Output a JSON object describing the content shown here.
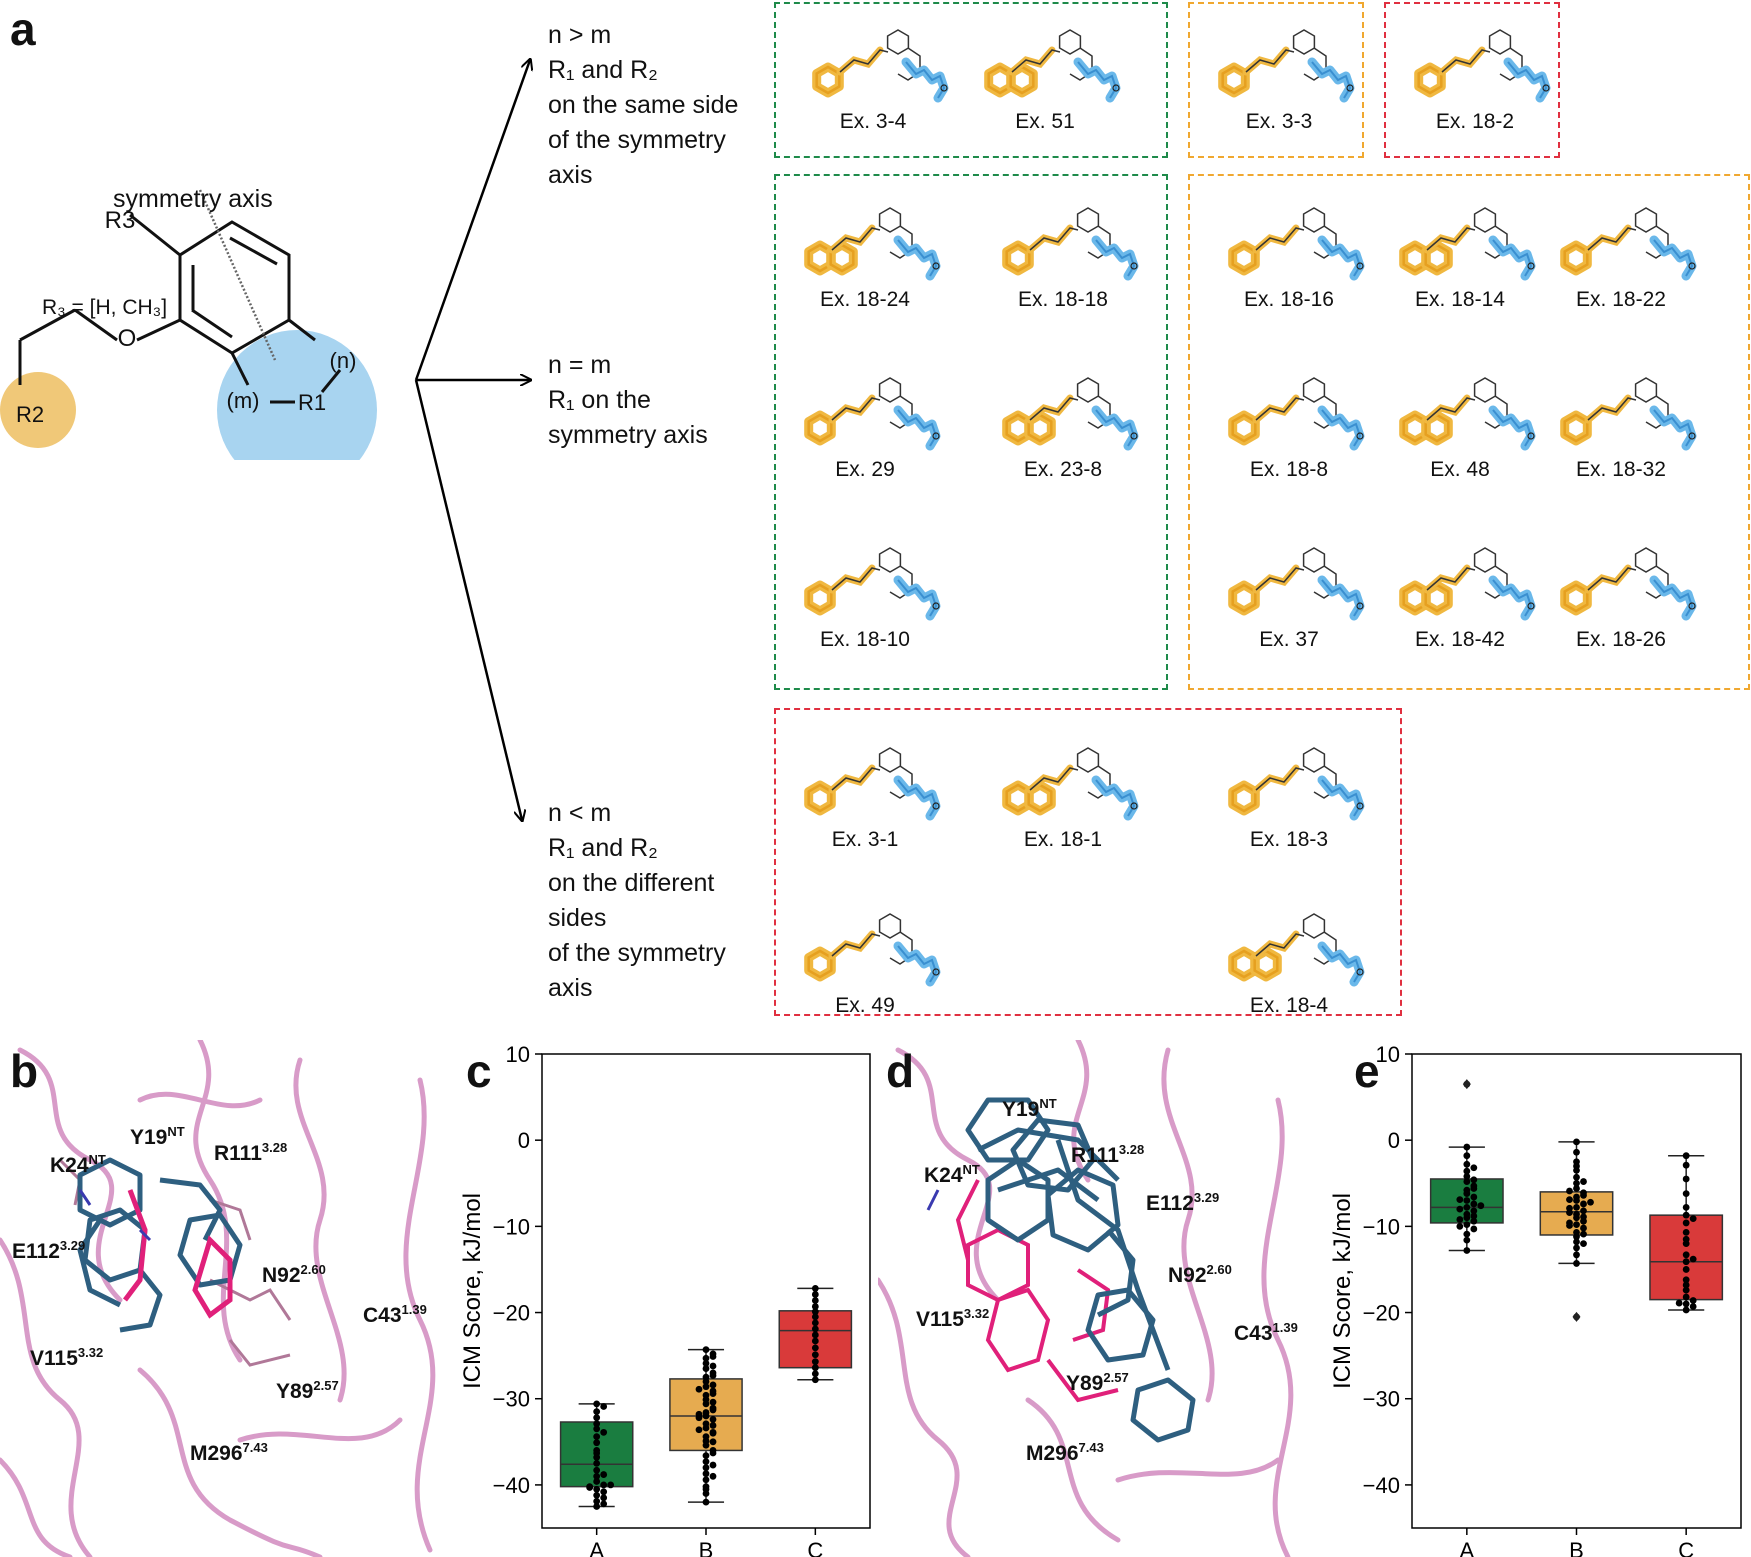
{
  "figure": {
    "panels": {
      "a": "a",
      "b": "b",
      "c": "c",
      "d": "d",
      "e": "e"
    }
  },
  "scheme": {
    "symmetry_axis_label": "symmetry axis",
    "r3_label": "R3",
    "r3_values": "R₃ = [H, CH₃]",
    "o_label": "O",
    "r2_label": "R2",
    "n_label": "(n)",
    "m_label": "(m)",
    "r1_label": "R1",
    "colors": {
      "r2_circle": "#f0c878",
      "r1_circle": "#a8d4f0",
      "arrow": "#000000"
    }
  },
  "categories": {
    "n_gt_m": [
      "n > m",
      "R₁ and R₂",
      "on the same side",
      "of the symmetry",
      "axis"
    ],
    "n_eq_m": [
      "n = m",
      "R₁ on the",
      "symmetry axis"
    ],
    "n_lt_m": [
      "n < m",
      "R₁ and R₂",
      "on the different",
      "sides",
      "of the symmetry",
      "axis"
    ]
  },
  "box_colors": {
    "A": "#1e8a4a",
    "B": "#f0a830",
    "C": "#e03040"
  },
  "compounds": {
    "row1": [
      {
        "label": "Ex. 3-4",
        "group": "A"
      },
      {
        "label": "Ex. 51",
        "group": "A"
      },
      {
        "label": "Ex. 3-3",
        "group": "B"
      },
      {
        "label": "Ex. 18-2",
        "group": "C"
      }
    ],
    "row2_green": [
      {
        "label": "Ex. 18-24",
        "group": "A"
      },
      {
        "label": "Ex. 18-18",
        "group": "A"
      },
      {
        "label": "Ex. 29",
        "group": "A"
      },
      {
        "label": "Ex. 23-8",
        "group": "A"
      },
      {
        "label": "Ex. 18-10",
        "group": "A"
      }
    ],
    "row2_orange": [
      {
        "label": "Ex. 18-16",
        "group": "B"
      },
      {
        "label": "Ex. 18-14",
        "group": "B"
      },
      {
        "label": "Ex. 18-22",
        "group": "B"
      },
      {
        "label": "Ex. 18-8",
        "group": "B"
      },
      {
        "label": "Ex. 48",
        "group": "B"
      },
      {
        "label": "Ex. 18-32",
        "group": "B"
      },
      {
        "label": "Ex. 37",
        "group": "B"
      },
      {
        "label": "Ex. 18-42",
        "group": "B"
      },
      {
        "label": "Ex. 18-26",
        "group": "B"
      }
    ],
    "row3_red": [
      {
        "label": "Ex. 3-1",
        "group": "C"
      },
      {
        "label": "Ex. 18-1",
        "group": "C"
      },
      {
        "label": "Ex. 18-3",
        "group": "C"
      },
      {
        "label": "Ex. 49",
        "group": "C"
      },
      {
        "label": "Ex. 18-4",
        "group": "C"
      }
    ]
  },
  "panel_b_residues": {
    "y19": {
      "name": "Y19",
      "sup": "NT"
    },
    "k24": {
      "name": "K24",
      "sup": "NT"
    },
    "r111": {
      "name": "R111",
      "sup": "3.28"
    },
    "e112": {
      "name": "E112",
      "sup": "3.29"
    },
    "n92": {
      "name": "N92",
      "sup": "2.60"
    },
    "c43": {
      "name": "C43",
      "sup": "1.39"
    },
    "v115": {
      "name": "V115",
      "sup": "3.32"
    },
    "y89": {
      "name": "Y89",
      "sup": "2.57"
    },
    "m296": {
      "name": "M296",
      "sup": "7.43"
    }
  },
  "panel_d_residues": {
    "y19": {
      "name": "Y19",
      "sup": "NT"
    },
    "k24": {
      "name": "K24",
      "sup": "NT"
    },
    "r111": {
      "name": "R111",
      "sup": "3.28"
    },
    "e112": {
      "name": "E112",
      "sup": "3.29"
    },
    "n92": {
      "name": "N92",
      "sup": "2.60"
    },
    "v115": {
      "name": "V115",
      "sup": "3.32"
    },
    "c43": {
      "name": "C43",
      "sup": "1.39"
    },
    "y89": {
      "name": "Y89",
      "sup": "2.57"
    },
    "m296": {
      "name": "M296",
      "sup": "7.43"
    }
  },
  "chart_data": [
    {
      "type": "box",
      "panel": "c",
      "ylabel": "ICM Score, kJ/mol",
      "ylim": [
        -45,
        10
      ],
      "yticks": [
        10,
        0,
        -10,
        -20,
        -30,
        -40
      ],
      "ytick_labels": [
        "10",
        "0",
        "−10",
        "−20",
        "−30",
        "−40"
      ],
      "categories": [
        "A",
        "B",
        "C"
      ],
      "colors": [
        "#1a7d40",
        "#e6ab50",
        "#d93a3a"
      ],
      "boxes": [
        {
          "name": "A",
          "min": -42.5,
          "q1": -40.2,
          "median": -37.6,
          "q3": -32.7,
          "max": -30.6,
          "outliers": []
        },
        {
          "name": "B",
          "min": -42.0,
          "q1": -36.0,
          "median": -32.0,
          "q3": -27.7,
          "max": -24.3,
          "outliers": []
        },
        {
          "name": "C",
          "min": -27.8,
          "q1": -26.4,
          "median": -22.1,
          "q3": -19.8,
          "max": -17.2,
          "outliers": []
        }
      ],
      "points": {
        "A": [
          -30.6,
          -30.9,
          -31.5,
          -32.2,
          -32.9,
          -33.5,
          -34.4,
          -35.1,
          -36.0,
          -36.8,
          -37.5,
          -38.3,
          -39.0,
          -39.6,
          -40.0,
          -40.2,
          -40.5,
          -40.8,
          -41.2,
          -41.5,
          -41.9,
          -42.2,
          -42.5,
          -36.3,
          -38.8,
          -33.9,
          -40.0,
          -40.3
        ],
        "B": [
          -24.3,
          -24.8,
          -25.3,
          -25.9,
          -26.5,
          -27.0,
          -27.5,
          -28.0,
          -28.6,
          -29.1,
          -29.6,
          -30.1,
          -30.6,
          -31.1,
          -31.6,
          -32.0,
          -32.4,
          -32.9,
          -33.4,
          -33.9,
          -34.4,
          -34.9,
          -35.4,
          -36.0,
          -36.6,
          -37.3,
          -38.0,
          -38.7,
          -39.4,
          -40.2,
          -41.0,
          -42.0,
          -25.1,
          -26.2,
          -27.3,
          -28.4,
          -29.4,
          -30.4,
          -31.3,
          -32.2,
          -33.1,
          -34.0,
          -35.0,
          -36.3,
          -37.7,
          -39.0,
          -40.5,
          -28.9,
          -31.8,
          -33.6
        ],
        "C": [
          -17.2,
          -17.9,
          -18.6,
          -19.3,
          -19.9,
          -20.5,
          -21.2,
          -21.9,
          -22.6,
          -23.3,
          -24.1,
          -24.9,
          -25.7,
          -26.4,
          -27.1,
          -27.8
        ]
      }
    },
    {
      "type": "box",
      "panel": "e",
      "ylabel": "ICM Score, kJ/mol",
      "ylim": [
        -45,
        10
      ],
      "yticks": [
        10,
        0,
        -10,
        -20,
        -30,
        -40
      ],
      "ytick_labels": [
        "10",
        "0",
        "−10",
        "−20",
        "−30",
        "−40"
      ],
      "categories": [
        "A",
        "B",
        "C"
      ],
      "colors": [
        "#1a7d40",
        "#e6ab50",
        "#d93a3a"
      ],
      "boxes": [
        {
          "name": "A",
          "min": -12.8,
          "q1": -9.6,
          "median": -7.8,
          "q3": -4.5,
          "max": -0.8,
          "outliers": [
            6.5
          ]
        },
        {
          "name": "B",
          "min": -14.3,
          "q1": -11.0,
          "median": -8.3,
          "q3": -6.0,
          "max": -0.2,
          "outliers": [
            -20.5
          ]
        },
        {
          "name": "C",
          "min": -19.7,
          "q1": -18.5,
          "median": -14.1,
          "q3": -8.7,
          "max": -1.8,
          "outliers": []
        }
      ],
      "points": {
        "A": [
          6.5,
          -0.8,
          -1.8,
          -2.8,
          -3.6,
          -4.2,
          -4.8,
          -5.3,
          -5.8,
          -6.2,
          -6.6,
          -7.0,
          -7.4,
          -7.8,
          -8.2,
          -8.6,
          -9.0,
          -9.4,
          -9.8,
          -10.3,
          -10.9,
          -11.6,
          -12.8,
          -4.6,
          -5.6,
          -6.9,
          -8.0,
          -9.2,
          -3.2,
          -7.6,
          -8.8,
          -10.0
        ],
        "B": [
          -0.2,
          -1.4,
          -2.5,
          -3.5,
          -4.3,
          -5.0,
          -5.6,
          -6.1,
          -6.6,
          -7.0,
          -7.4,
          -7.8,
          -8.2,
          -8.6,
          -9.0,
          -9.4,
          -9.8,
          -10.2,
          -10.7,
          -11.2,
          -11.8,
          -12.5,
          -13.3,
          -14.3,
          -20.5,
          -4.8,
          -5.9,
          -6.9,
          -7.9,
          -8.9,
          -9.9,
          -10.9,
          -6.4,
          -8.4,
          -3.0,
          -12.0,
          -7.2,
          -9.6
        ],
        "C": [
          -1.8,
          -2.9,
          -4.5,
          -6.2,
          -7.8,
          -8.7,
          -9.6,
          -10.7,
          -12.0,
          -13.3,
          -14.1,
          -15.0,
          -16.2,
          -17.4,
          -18.2,
          -18.6,
          -19.0,
          -19.3,
          -19.7,
          -9.1,
          -11.5,
          -13.8,
          -16.8,
          -18.9
        ]
      }
    }
  ]
}
